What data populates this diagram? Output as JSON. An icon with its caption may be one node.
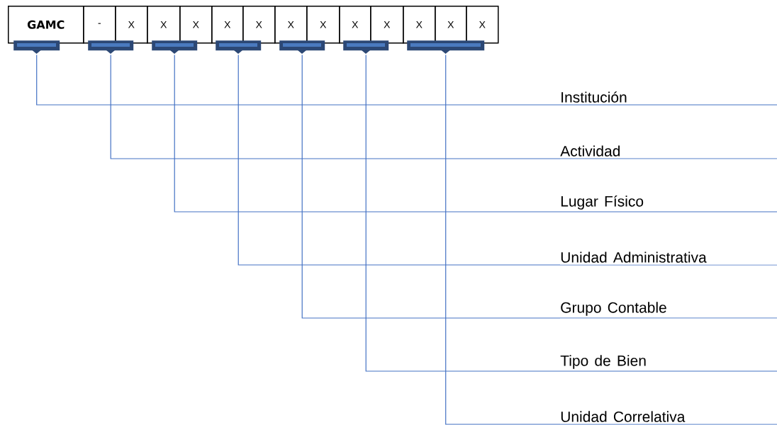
{
  "diagram": {
    "nodes": [
      {
        "text": [
          "GAMC"
        ]
      },
      {
        "text": [
          "-"
        ]
      },
      {
        "text": [
          "X"
        ]
      },
      {
        "text": [
          "X"
        ]
      },
      {
        "text": [
          "X"
        ]
      },
      {
        "text": [
          "X"
        ]
      },
      {
        "text": [
          "X"
        ]
      },
      {
        "text": [
          "X"
        ]
      },
      {
        "text": [
          "X"
        ]
      },
      {
        "text": [
          "X"
        ]
      },
      {
        "text": [
          "X"
        ]
      },
      {
        "text": [
          "X"
        ]
      },
      {
        "text": [
          "X"
        ]
      },
      {
        "text": [
          "X"
        ]
      },
      {
        "text": [],
        "shape": "bar"
      },
      {
        "text": [],
        "shape": "bar"
      },
      {
        "text": [],
        "shape": "bar"
      },
      {
        "text": [],
        "shape": "bar"
      },
      {
        "text": [],
        "shape": "bar"
      },
      {
        "text": [],
        "shape": "bar"
      },
      {
        "text": [],
        "shape": "bar"
      },
      {
        "text": [
          "Institución"
        ]
      },
      {
        "text": [
          "Actividad"
        ]
      },
      {
        "text": [
          "Lugar Físico"
        ]
      },
      {
        "text": [
          "Unidad Administrativa"
        ]
      },
      {
        "text": [
          "Grupo Contable"
        ]
      },
      {
        "text": [
          "Tipo de Bien"
        ]
      },
      {
        "text": [
          "Unidad Correlativa"
        ]
      }
    ],
    "edges": [
      {
        "from": 14,
        "to": 21,
        "arrow": "none"
      },
      {
        "from": 15,
        "to": 22,
        "arrow": "none"
      },
      {
        "from": 16,
        "to": 23,
        "arrow": "none"
      },
      {
        "from": 17,
        "to": 24,
        "arrow": "none"
      },
      {
        "from": 18,
        "to": 25,
        "arrow": "none"
      },
      {
        "from": 19,
        "to": 26,
        "arrow": "none"
      },
      {
        "from": 20,
        "to": 27,
        "arrow": "none"
      }
    ]
  }
}
